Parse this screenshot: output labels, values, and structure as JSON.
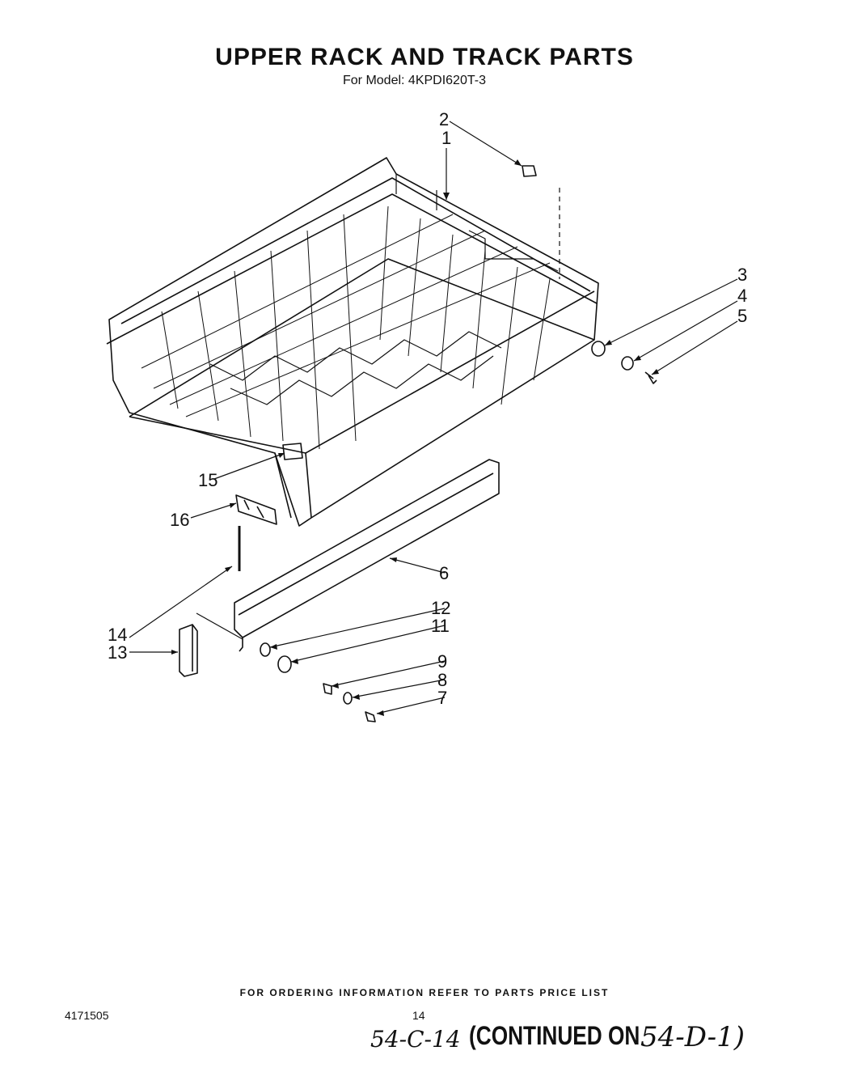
{
  "header": {
    "title": "UPPER RACK AND TRACK PARTS",
    "model_line": "For Model: 4KPDI620T-3"
  },
  "callouts": [
    "1",
    "2",
    "3",
    "4",
    "5",
    "6",
    "7",
    "8",
    "9",
    "11",
    "12",
    "13",
    "14",
    "15",
    "16"
  ],
  "footer": {
    "ordering_note": "FOR ORDERING INFORMATION REFER TO PARTS PRICE LIST",
    "doc_number": "4171505",
    "page_number": "14",
    "handwritten_ref": "54-C-14",
    "continued_label": "(CONTINUED ON",
    "handwritten_next": "54-D-1)"
  }
}
